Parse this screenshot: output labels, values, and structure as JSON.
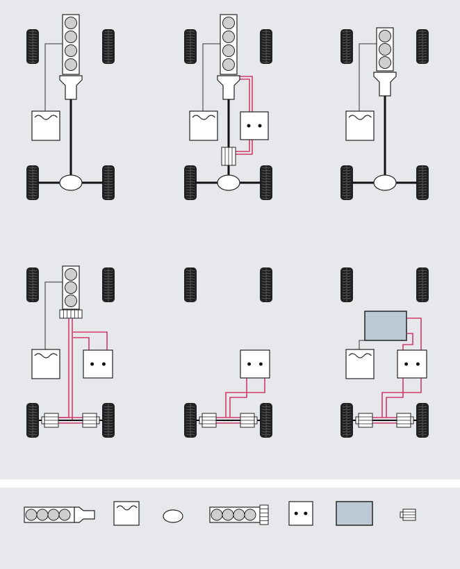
{
  "diagram": {
    "description_visible_text": "",
    "colors": {
      "background": "#e6e8eb",
      "divider": "#ffffff",
      "shaft": "#111111",
      "wire": "#d23a6c",
      "battery_fill": "#bccad6",
      "tire": "#222222",
      "engine_cylinder": "#cfcfcf",
      "component_fill": "#ffffff"
    },
    "configurations": [
      {
        "name": "row1-col1",
        "engine": "conventional",
        "generator": false,
        "motor_on_shaft": false,
        "battery": false,
        "rear_motors": false
      },
      {
        "name": "row1-col2",
        "engine": "conventional",
        "generator": true,
        "motor_on_shaft": true,
        "battery": false,
        "rear_motors": false
      },
      {
        "name": "row1-col3",
        "engine": "conventional",
        "generator": false,
        "motor_on_shaft": false,
        "battery": false,
        "rear_motors": false
      },
      {
        "name": "row2-col1",
        "engine": "generator-engine",
        "generator": true,
        "motor_on_shaft": false,
        "battery": false,
        "rear_motors": true
      },
      {
        "name": "row2-col2",
        "engine": "none",
        "generator": true,
        "motor_on_shaft": false,
        "battery": false,
        "rear_motors": true
      },
      {
        "name": "row2-col3",
        "engine": "none",
        "generator": true,
        "motor_on_shaft": false,
        "battery": true,
        "rear_motors": true
      }
    ],
    "legend": [
      "engine-icon",
      "fuel-tank-icon",
      "differential-icon",
      "engine-generator-icon",
      "controller-icon",
      "battery-icon",
      "motor-icon"
    ]
  }
}
